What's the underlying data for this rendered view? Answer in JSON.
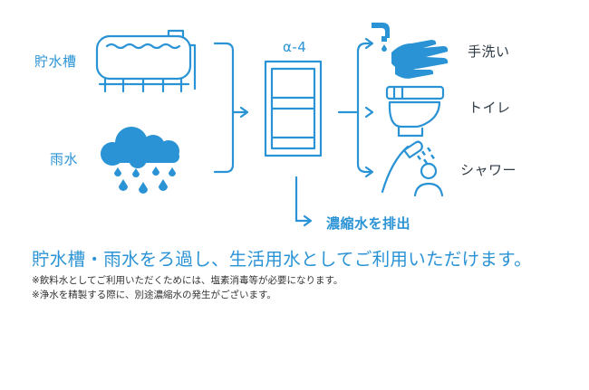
{
  "colors": {
    "accent": "#2a93d5",
    "text": "#2e3a44",
    "note_text": "#333333",
    "background": "#ffffff"
  },
  "sources": [
    {
      "label": "貯水槽",
      "icon": "water-tank-icon"
    },
    {
      "label": "雨水",
      "icon": "rain-cloud-icon"
    }
  ],
  "device": {
    "label": "α-4",
    "icon": "purifier-unit-icon"
  },
  "uses": [
    {
      "label": "手洗い",
      "icon": "hand-washing-icon"
    },
    {
      "label": "トイレ",
      "icon": "toilet-icon"
    },
    {
      "label": "シャワー",
      "icon": "shower-icon"
    }
  ],
  "drain": {
    "label": "濃縮水を排出"
  },
  "headline": "貯水槽・雨水をろ過し、生活用水としてご利用いただけます。",
  "notes": [
    "※飲料水としてご利用いただくためには、塩素消毒等が必要になります。",
    "※浄水を精製する際に、別途濃縮水の発生がございます。"
  ]
}
